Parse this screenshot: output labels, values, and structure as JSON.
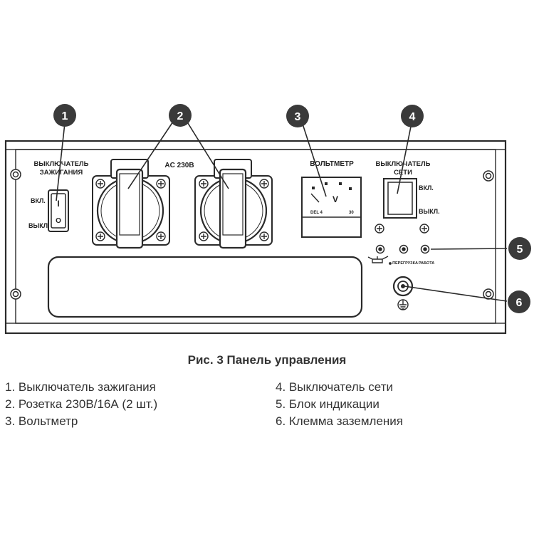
{
  "panel": {
    "ignition_title_1": "ВЫКЛЮЧАТЕЛЬ",
    "ignition_title_2": "ЗАЖИГАНИЯ",
    "ignition_on": "ВКЛ.",
    "ignition_off": "ВЫКЛ.",
    "ignition_on_mark": "I",
    "ignition_off_mark": "O",
    "sockets_label": "AC 230В",
    "voltmeter_label": "ВОЛЬТМЕТР",
    "voltmeter_unit": "V",
    "voltmeter_scale_left": "DEL 4",
    "voltmeter_scale_right": "30",
    "network_title_1": "ВЫКЛЮЧАТЕЛЬ",
    "network_title_2": "СЕТИ",
    "network_on": "ВКЛ.",
    "network_off": "ВЫКЛ.",
    "indicator_overload": "ПЕРЕГРУЗКА",
    "indicator_work": "РАБОТА"
  },
  "callouts": [
    "1",
    "2",
    "3",
    "4",
    "5",
    "6"
  ],
  "caption": "Рис. 3 Панель управления",
  "legend": {
    "left": [
      "1. Выключатель зажигания",
      "2. Розетка 230В/16А (2 шт.)",
      "3. Вольтметр"
    ],
    "right": [
      "4. Выключатель сети",
      "5. Блок индикации",
      "6. Клемма заземления"
    ]
  },
  "colors": {
    "callout_fill": "#3a3a3a",
    "line": "#2a2a2a",
    "panel_fill": "#ffffff"
  },
  "icons": [
    "screw-icon",
    "ground-icon",
    "oil-can-icon",
    "socket-icon",
    "voltmeter-needle-icon"
  ]
}
